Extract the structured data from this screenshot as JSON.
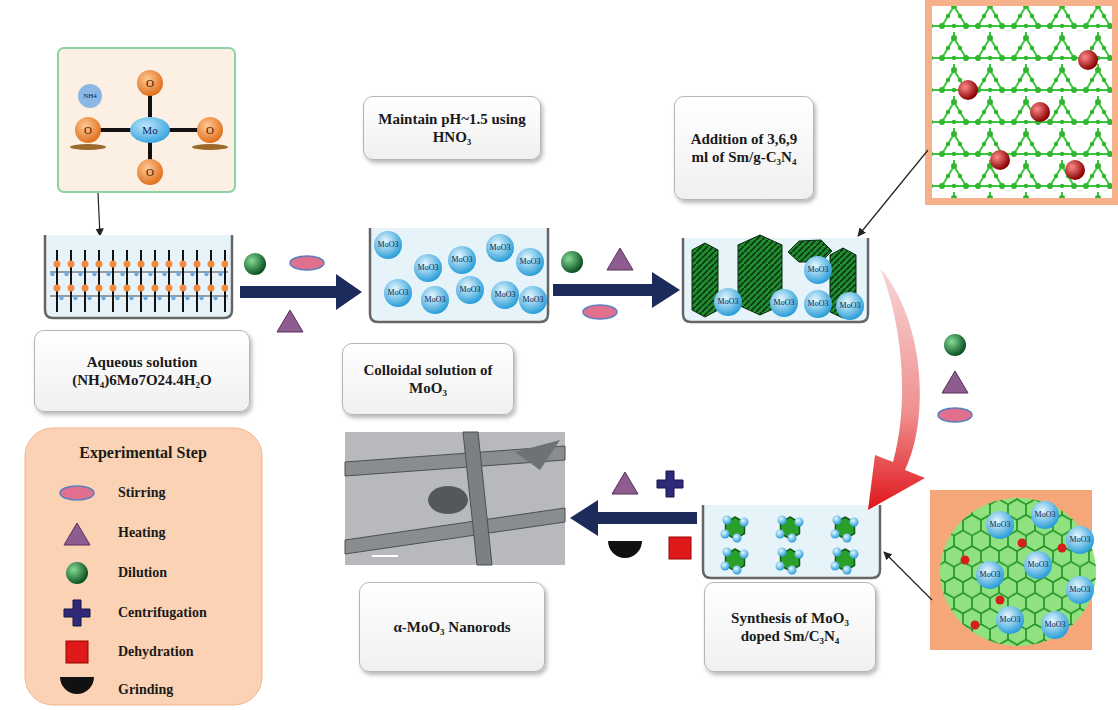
{
  "diagram": {
    "nodes": [
      {
        "text": [
          "Maintain pH~1.5 using HNO₃"
        ]
      },
      {
        "text": [
          "Addition of 3,6,9 ml of Sm/g-C₃N₄"
        ]
      },
      {
        "text": [
          "Aqueous solution (NH₄)6Mo7O24.4H₂O"
        ]
      },
      {
        "text": [
          "Colloidal solution of MoO₃"
        ]
      },
      {
        "text": [
          "α-MoO₃ Nanorods"
        ]
      },
      {
        "text": [
          "Synthesis of MoO₃ doped Sm/C₃N₄"
        ]
      }
    ],
    "labels": [
      "NH4",
      "Mo",
      "O",
      "O",
      "O",
      "O",
      "MoO3",
      "MoO3",
      "MoO3",
      "MoO3",
      "MoO3",
      "MoO3",
      "MoO3",
      "MoO3",
      "MoO3",
      "MoO3",
      "MoO3",
      "MoO3",
      "MoO3",
      "MoO3",
      "MoO3",
      "MoO3",
      "MoO3",
      "MoO3",
      "MoO3",
      "MoO3",
      "MoO3",
      "MoO3",
      "MoO3",
      "Experimental Step"
    ],
    "legend": [
      {
        "text": "Stirring"
      },
      {
        "text": "Heating"
      },
      {
        "text": "Dilution"
      },
      {
        "text": "Centrifugation"
      },
      {
        "text": "Dehydration"
      },
      {
        "text": "Grinding"
      }
    ]
  }
}
